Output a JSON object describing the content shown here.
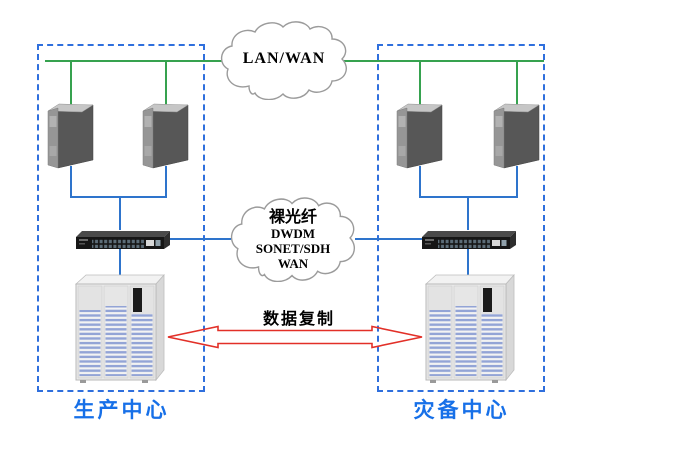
{
  "clouds": {
    "top": {
      "label": "LAN/WAN"
    },
    "middle": {
      "lines": [
        "裸光纤",
        "DWDM",
        "SONET/SDH",
        "WAN"
      ]
    }
  },
  "zones": {
    "left": {
      "label": "生产中心"
    },
    "right": {
      "label": "灾备中心"
    }
  },
  "replication": {
    "label": "数据复制"
  },
  "icons": {
    "server": "server-tower-icon",
    "switch": "network-switch-icon",
    "storage": "storage-array-icon",
    "cloud": "cloud-shape-icon",
    "arrow": "double-headed-arrow-icon"
  },
  "colors": {
    "zone_border": "#2f6fdd",
    "lan_line_green": "#36a24f",
    "storage_line_blue": "#2e74cc",
    "replication_red": "#e23028",
    "zone_label_blue": "#1770e8",
    "cloud_outline": "#9b9b9b",
    "diagram_text": "#000000"
  }
}
